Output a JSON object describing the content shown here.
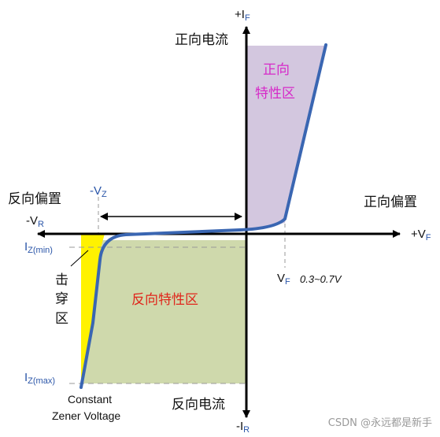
{
  "axes": {
    "plus_i": "+I",
    "plus_i_sub": "F",
    "minus_i": "-I",
    "minus_i_sub": "R",
    "plus_v": "+V",
    "plus_v_sub": "F",
    "minus_v": "-V",
    "minus_v_sub": "R"
  },
  "labels": {
    "forward_current": "正向电流",
    "reverse_current": "反向电流",
    "reverse_bias": "反向偏置",
    "forward_bias": "正向偏置",
    "forward_region_line1": "正向",
    "forward_region_line2": "特性区",
    "reverse_region": "反向特性区",
    "breakdown_1": "击",
    "breakdown_2": "穿",
    "breakdown_3": "区",
    "vz": "-V",
    "vz_sub": "Z",
    "vf": "V",
    "vf_sub": "F",
    "vf_range": "0.3~0.7V",
    "iz_min": "I",
    "iz_min_sub": "Z(min)",
    "iz_max": "I",
    "iz_max_sub": "Z(max)",
    "constant_1": "Constant",
    "constant_2": "Zener Voltage",
    "watermark": "CSDN @永远都是新手"
  },
  "colors": {
    "forward_fill": "#d3c7df",
    "reverse_fill": "#cfd9ac",
    "breakdown_fill": "#fff200",
    "curve": "#3a66b2",
    "forward_text": "#d629c8",
    "reverse_text": "#e0261c",
    "sub_blue": "#2a55a8"
  }
}
